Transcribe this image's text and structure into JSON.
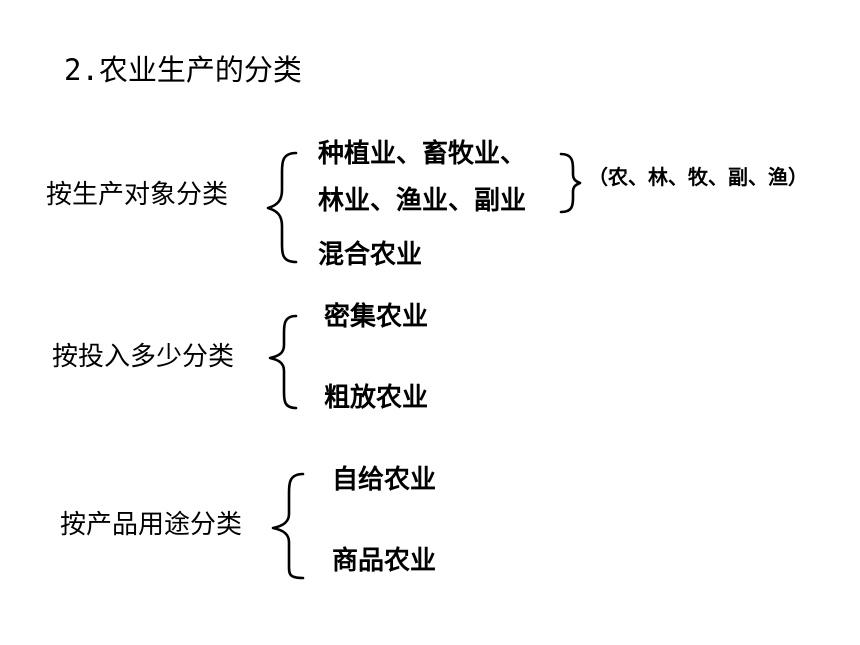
{
  "title": {
    "number": "2.",
    "text": "农业生产的分类"
  },
  "group1": {
    "label": "按生产对象分类",
    "items": [
      "种植业、畜牧业、",
      "林业、渔业、副业",
      "混合农业"
    ],
    "note": "（农、林、牧、副、渔）"
  },
  "group2": {
    "label": "按投入多少分类",
    "items": [
      "密集农业",
      "粗放农业"
    ]
  },
  "group3": {
    "label": "按产品用途分类",
    "items": [
      "自给农业",
      "商品农业"
    ]
  }
}
